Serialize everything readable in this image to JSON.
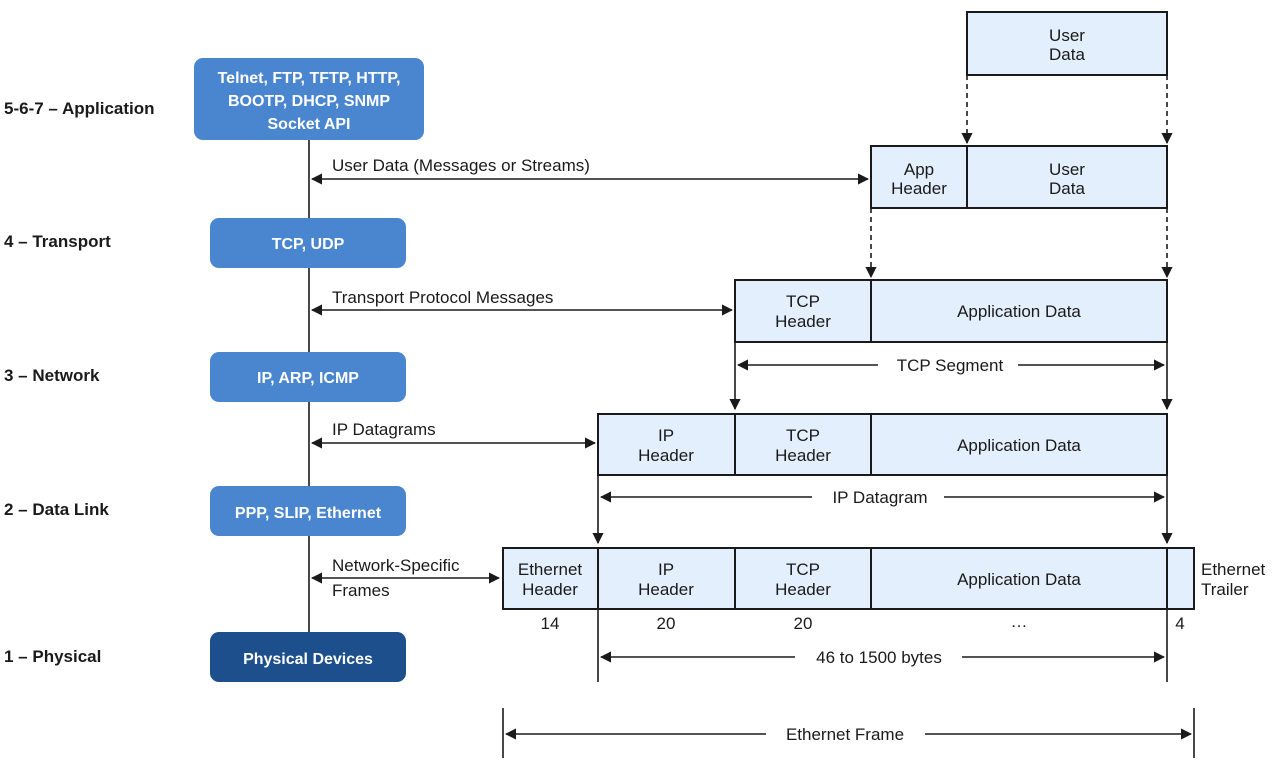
{
  "layers": [
    {
      "label": "5-6-7 – Application",
      "protocols": [
        "Telnet, FTP, TFTP, HTTP,",
        "BOOTP, DHCP, SNMP",
        "Socket API"
      ]
    },
    {
      "label": "4 – Transport",
      "protocols": [
        "TCP, UDP"
      ]
    },
    {
      "label": "3 – Network",
      "protocols": [
        "IP, ARP, ICMP"
      ]
    },
    {
      "label": "2 – Data Link",
      "protocols": [
        "PPP, SLIP, Ethernet"
      ]
    },
    {
      "label": "1 – Physical",
      "protocols": [
        "Physical Devices"
      ]
    }
  ],
  "messages": [
    [
      "User Data (Messages or Streams)"
    ],
    [
      "Transport Protocol Messages"
    ],
    [
      "IP Datagrams"
    ],
    [
      "Network-Specific",
      "Frames"
    ]
  ],
  "cells": {
    "user_data": [
      "User",
      "Data"
    ],
    "app_header": [
      "App",
      "Header"
    ],
    "tcp_header": [
      "TCP",
      "Header"
    ],
    "ip_header": [
      "IP",
      "Header"
    ],
    "ethernet_header": [
      "Ethernet",
      "Header"
    ],
    "application_data": [
      "Application Data"
    ],
    "ethernet_trailer": [
      "Ethernet",
      "Trailer"
    ]
  },
  "spans": {
    "tcp_segment": "TCP Segment",
    "ip_datagram": "IP Datagram",
    "payload_range": "46 to 1500 bytes",
    "ethernet_frame": "Ethernet Frame"
  },
  "byte_counts": [
    "14",
    "20",
    "20",
    "…",
    "4"
  ],
  "colors": {
    "protocol_box": "#4a86d0",
    "physical_box": "#1d4f8c",
    "cell_fill": "#e3effc",
    "stroke": "#1a1a1a"
  }
}
